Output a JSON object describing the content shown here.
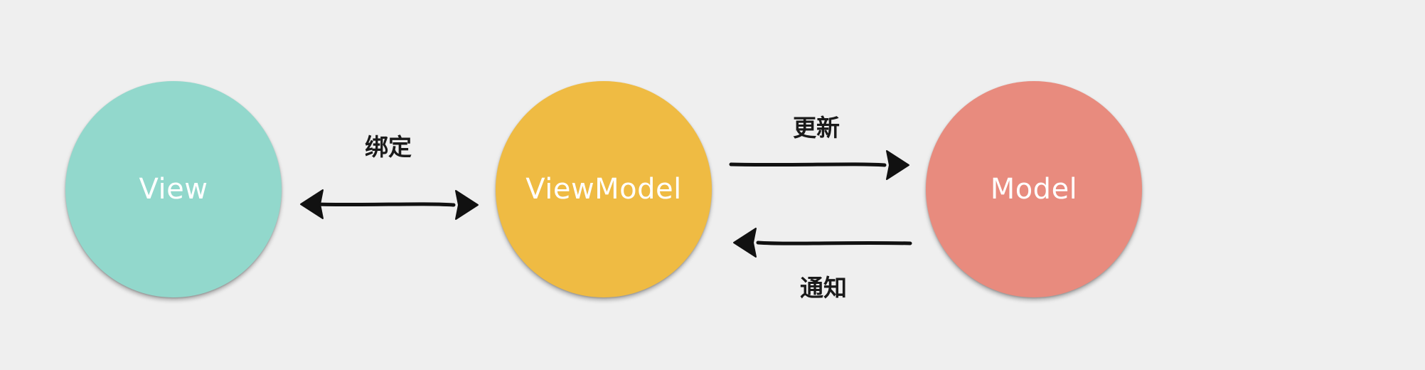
{
  "diagram": {
    "nodes": [
      {
        "id": "view",
        "label": "View",
        "color": "#92d8cc"
      },
      {
        "id": "viewmodel",
        "label": "ViewModel",
        "color": "#efbb43"
      },
      {
        "id": "model",
        "label": "Model",
        "color": "#e88b7e"
      }
    ],
    "edges": [
      {
        "id": "bind",
        "from": "view",
        "to": "viewmodel",
        "label": "绑定",
        "direction": "both"
      },
      {
        "id": "update",
        "from": "viewmodel",
        "to": "model",
        "label": "更新",
        "direction": "forward"
      },
      {
        "id": "notify",
        "from": "model",
        "to": "viewmodel",
        "label": "通知",
        "direction": "forward"
      }
    ],
    "arrow_color": "#111111"
  }
}
